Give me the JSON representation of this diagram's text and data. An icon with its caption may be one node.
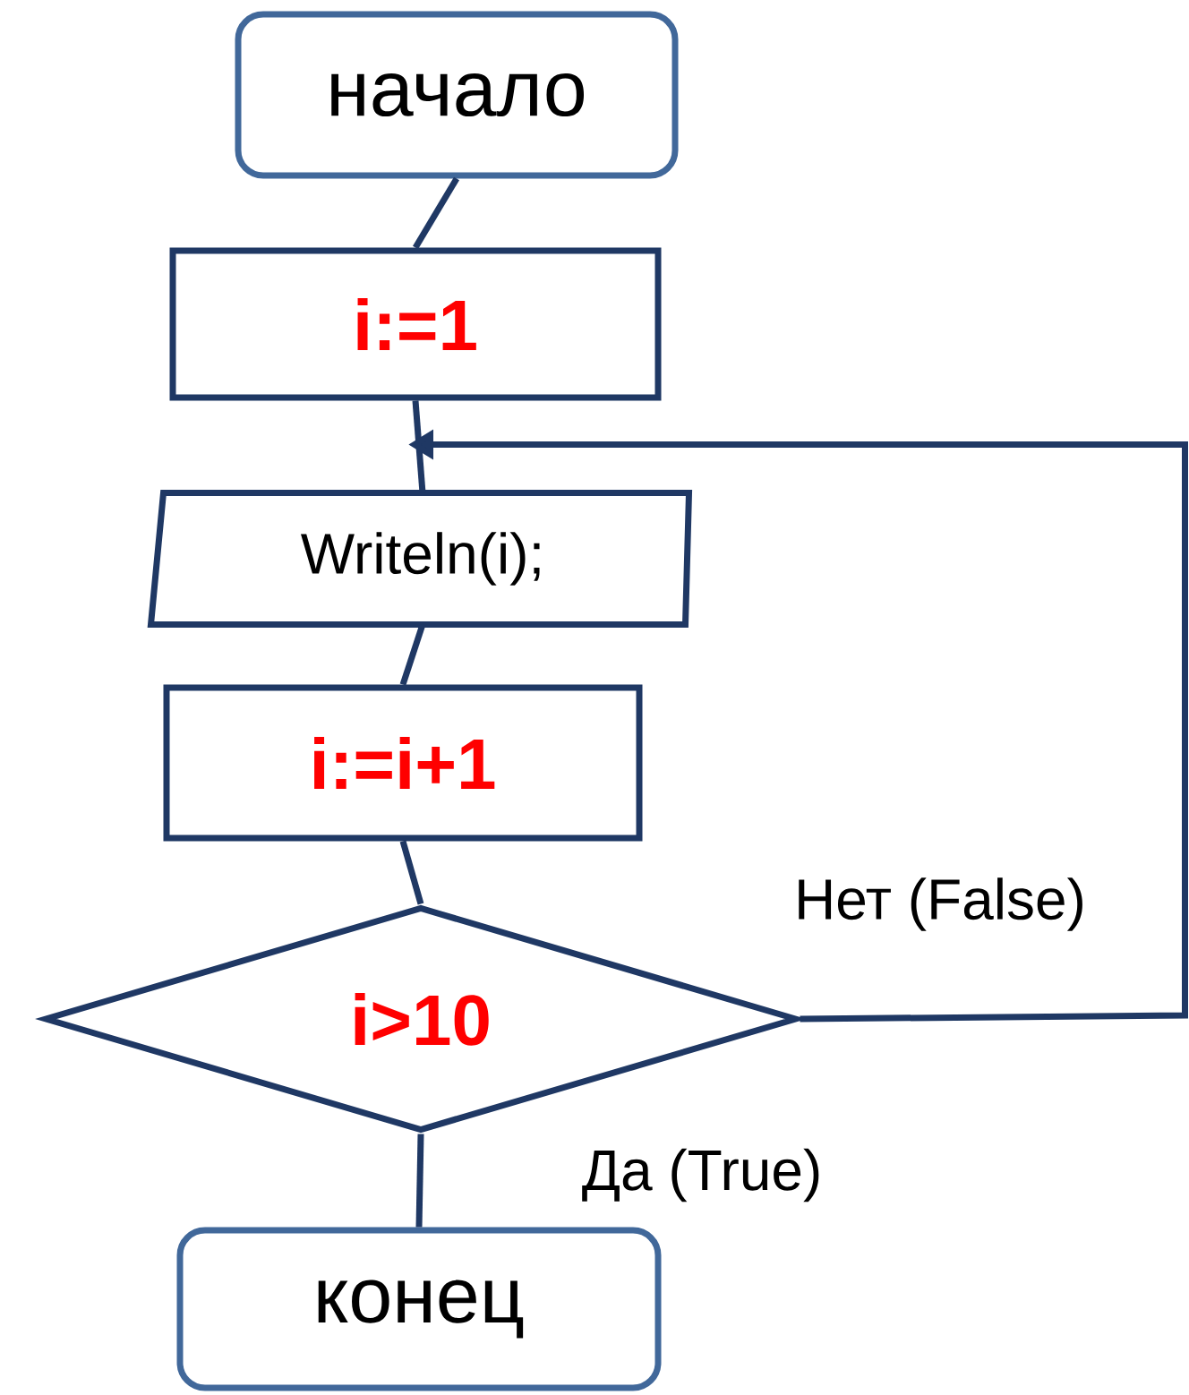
{
  "diagram": {
    "nodes": [
      {
        "text": [
          "начало"
        ]
      },
      {
        "text": [
          "i:=1"
        ]
      },
      {
        "text": [
          "Writeln(i);"
        ]
      },
      {
        "text": [
          "i:=i+1"
        ]
      },
      {
        "text": [
          "i>10"
        ]
      },
      {
        "text": [
          "конец"
        ]
      }
    ],
    "edges": [
      {
        "from": 0,
        "to": 1,
        "arrow": "none"
      },
      {
        "from": 1,
        "to": 2,
        "arrow": "none"
      },
      {
        "from": 2,
        "to": 3,
        "arrow": "none"
      },
      {
        "from": 3,
        "to": 4,
        "arrow": "none"
      },
      {
        "from": 4,
        "to": 2,
        "arrow": "to",
        "label": "Нет (False)"
      },
      {
        "from": 4,
        "to": 5,
        "arrow": "none",
        "label": "Да (True)"
      }
    ]
  }
}
